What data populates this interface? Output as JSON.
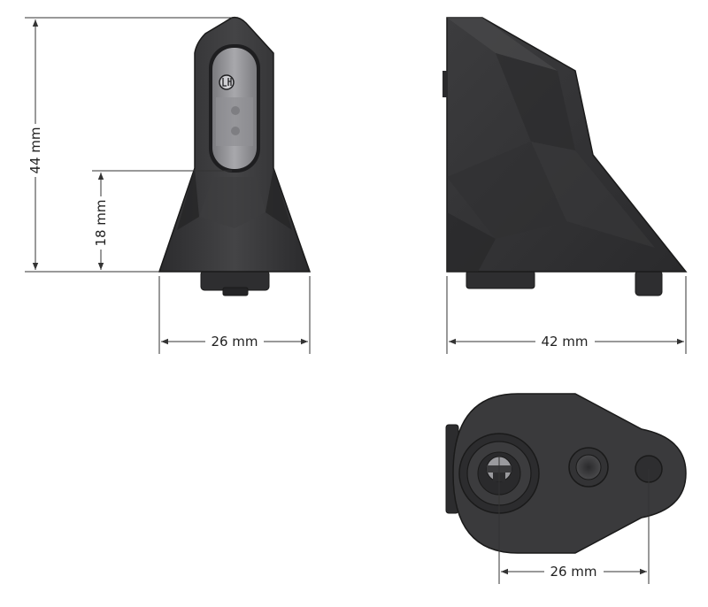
{
  "dimensions": {
    "front_total_height": "44 mm",
    "front_base_height": "18 mm",
    "front_width": "26 mm",
    "side_length": "42 mm",
    "bottom_spacing": "26 mm"
  },
  "logo_mark": "LH",
  "colors": {
    "body": "#3a3a3c",
    "body_dark": "#262628",
    "body_light": "#4a4a4c",
    "window": "#8a8a8e",
    "window_light": "#b4b4b8",
    "line": "#333333",
    "background": "#ffffff"
  }
}
